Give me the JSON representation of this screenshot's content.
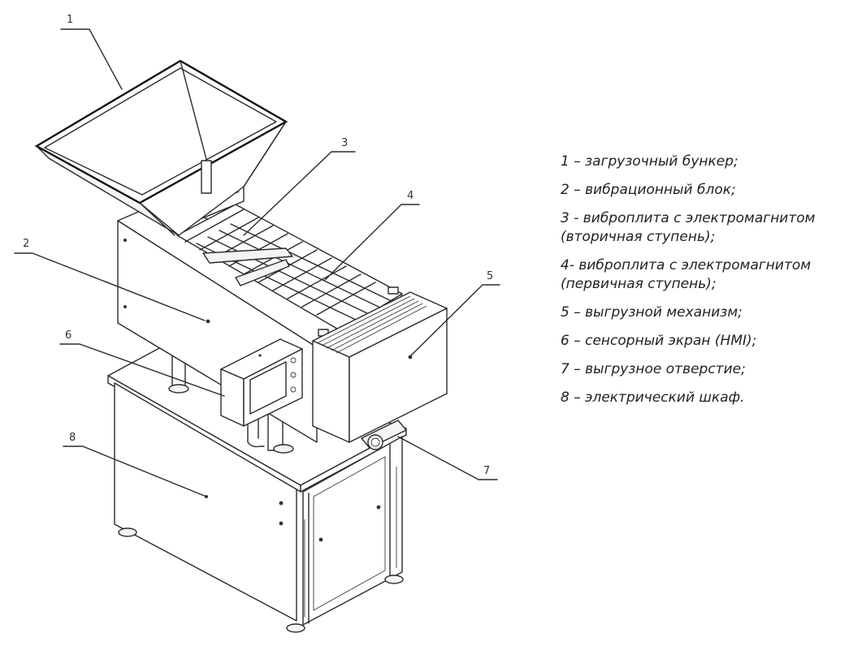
{
  "callouts": [
    "1",
    "2",
    "3",
    "4",
    "5",
    "6",
    "7",
    "8"
  ],
  "legend": [
    "1 – загрузочный бункер;",
    "2 – вибрационный блок;",
    "3 - виброплита с электромагнитом\n(вторичная ступень);",
    "4- виброплита с электромагнитом\n(первичная ступень);",
    "5 – выгрузной механизм;",
    "6 – сенсорный экран (HMI);",
    "7 – выгрузное отверстие;",
    "8 – электрический шкаф."
  ]
}
